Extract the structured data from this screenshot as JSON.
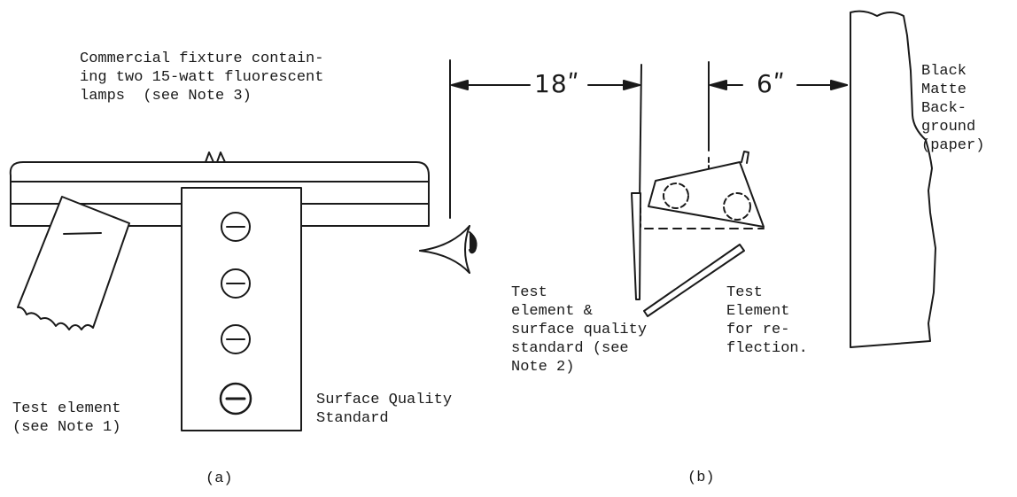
{
  "part_a": {
    "caption": "(a)",
    "fixture_label": "Commercial fixture contain-\ning two 15-watt fluorescent\nlamps  (see Note 3)",
    "test_element_label": "Test element\n(see Note 1)",
    "standard_label": "Surface Quality\nStandard"
  },
  "part_b": {
    "caption": "(b)",
    "distance_eye": "18ʺ",
    "distance_background": "6ʺ",
    "background_label": "Black\nMatte\nBack-\nground\n(paper)",
    "test_standard_label": "Test\nelement &\nsurface quality\nstandard (see\nNote 2)",
    "reflection_label": "Test\nElement\nfor re-\nflection."
  }
}
